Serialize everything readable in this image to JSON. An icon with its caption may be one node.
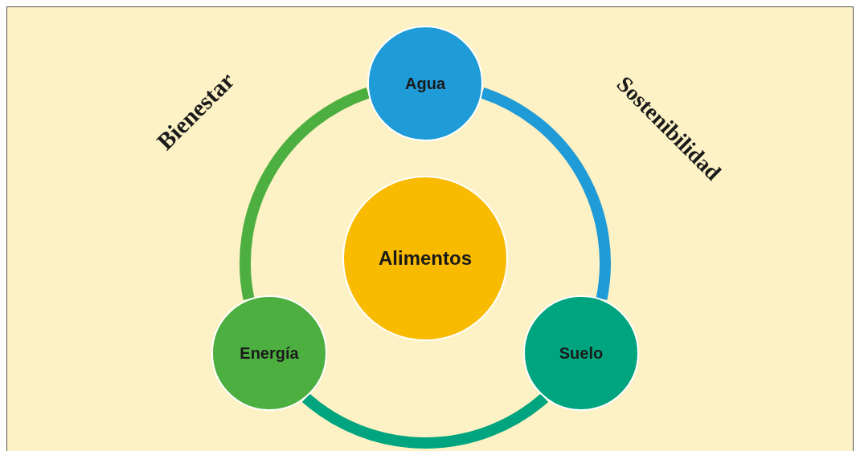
{
  "diagram": {
    "nodes": [
      {
        "text": [
          "Agua"
        ]
      },
      {
        "text": [
          "Alimentos"
        ]
      },
      {
        "text": [
          "Energía"
        ]
      },
      {
        "text": [
          "Suelo"
        ]
      }
    ],
    "edges": [
      {
        "from": 0,
        "to": 3,
        "arrow": "none",
        "color": "#1f9bd7"
      },
      {
        "from": 3,
        "to": 2,
        "arrow": "none",
        "color": "#00a57f"
      },
      {
        "from": 2,
        "to": 0,
        "arrow": "none",
        "color": "#4daf3f"
      }
    ],
    "labels": [
      "Bienestar",
      "Sostenibilidad"
    ]
  }
}
